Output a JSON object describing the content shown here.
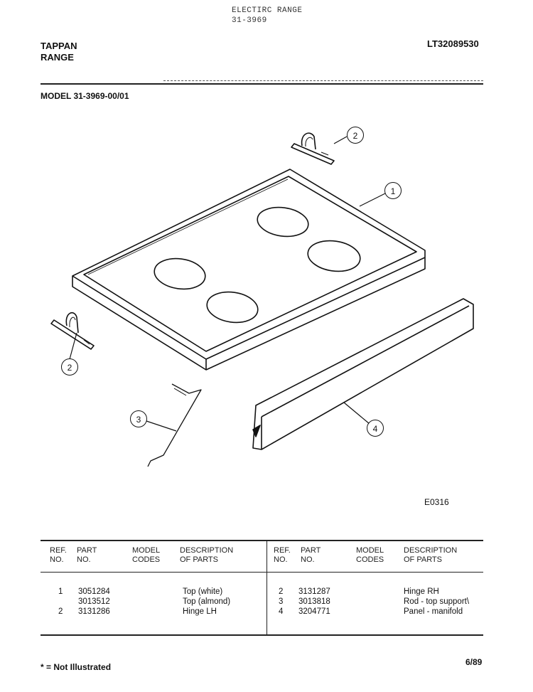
{
  "header": {
    "typed_line1": "ELECTIRC RANGE",
    "typed_line2": "31-3969",
    "brand_line1": "TAPPAN",
    "brand_line2": "RANGE",
    "doc_number": "LT32089530",
    "model_label": "MODEL 31-3969-00/01"
  },
  "diagram": {
    "callouts": [
      "1",
      "2",
      "2",
      "3",
      "4"
    ],
    "figure_code": "E0316"
  },
  "table": {
    "headers": {
      "ref": "REF.",
      "no": "NO.",
      "part": "PART",
      "part_no": "NO.",
      "model": "MODEL",
      "codes": "CODES",
      "description": "DESCRIPTION",
      "of_parts": "OF PARTS"
    },
    "left_rows": [
      {
        "ref": "1",
        "part": "3051284",
        "model": "",
        "description": "Top (white)"
      },
      {
        "ref": "",
        "part": "3013512",
        "model": "",
        "description": "Top (almond)"
      },
      {
        "ref": "2",
        "part": "3131286",
        "model": "",
        "description": "Hinge LH"
      }
    ],
    "right_rows": [
      {
        "ref": "2",
        "part": "3131287",
        "model": "",
        "description": "Hinge RH"
      },
      {
        "ref": "3",
        "part": "3013818",
        "model": "",
        "description": "Rod - top support\\"
      },
      {
        "ref": "4",
        "part": "3204771",
        "model": "",
        "description": "Panel - manifold"
      }
    ]
  },
  "footer": {
    "note": "* = Not Illustrated",
    "date": "6/89"
  }
}
